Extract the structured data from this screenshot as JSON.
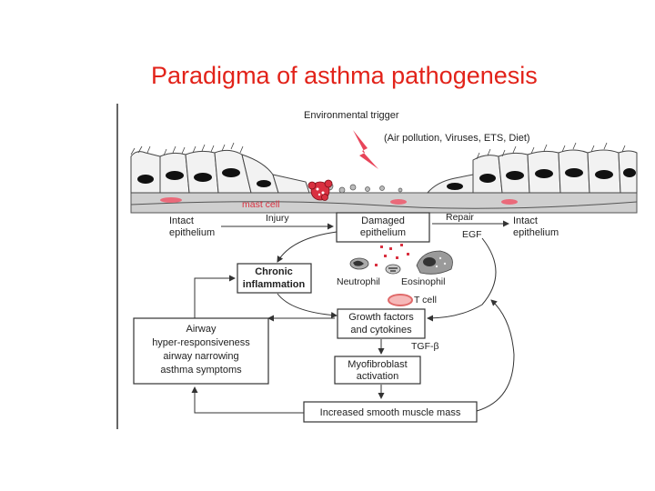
{
  "title": "Paradigma of asthma pathogenesis",
  "diagram": {
    "trigger": "Environmental trigger",
    "trigger_examples": "(Air pollution, Viruses, ETS, Diet)",
    "mast_cell": "mast cell",
    "intact_left_1": "Intact",
    "intact_left_2": "epithelium",
    "injury": "Injury",
    "damaged_1": "Damaged",
    "damaged_2": "epithelium",
    "repair": "Repair",
    "egf": "EGF",
    "intact_right_1": "Intact",
    "intact_right_2": "epithelium",
    "chronic_1": "Chronic",
    "chronic_2": "inflammation",
    "neutrophil": "Neutrophil",
    "eosinophil": "Eosinophil",
    "tcell": "T cell",
    "growth_1": "Growth factors",
    "growth_2": "and cytokines",
    "tgf": "TGF-β",
    "myo_1": "Myofibroblast",
    "myo_2": "activation",
    "airway_1": "Airway",
    "airway_2": "hyper-responsiveness",
    "airway_3": "airway narrowing",
    "airway_4": "asthma symptoms",
    "muscle": "Increased smooth muscle mass"
  },
  "colors": {
    "title": "#e2231a",
    "mast_cell": "#d93040",
    "tcell": "#e06a6a"
  }
}
